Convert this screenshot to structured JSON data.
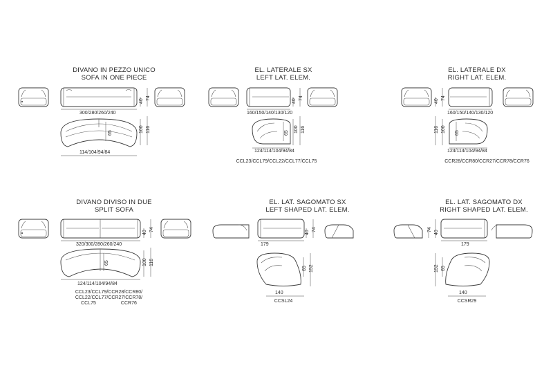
{
  "panels": [
    {
      "title_line1": "DIVANO IN PEZZO UNICO",
      "title_line2": "SOFA IN ONE PIECE",
      "width_dims": "300/280/260/240",
      "depth_dims": "114/104/94/84",
      "h40": "40",
      "h74": "74",
      "d65": "65",
      "d100": "100",
      "d116": "116",
      "codes": ""
    },
    {
      "title_line1": "EL. LATERALE SX",
      "title_line2": "LEFT LAT. ELEM.",
      "width_dims": "160/150/140/130/120",
      "depth_dims": "124/114/104/94/84",
      "h40": "40",
      "h74": "74",
      "d65": "65",
      "d100": "100",
      "d116": "116",
      "codes": "CCL23/CCL79/CCL22/CCL77/CCL75"
    },
    {
      "title_line1": "EL. LATERALE DX",
      "title_line2": "RIGHT LAT. ELEM.",
      "width_dims": "160/150/140/130/120",
      "depth_dims": "124/114/104/94/84",
      "h40": "40",
      "h74": "74",
      "d65": "65",
      "d100": "100",
      "d116": "116",
      "codes": "CCR28/CCR80/CCR27/CCR78/CCR76"
    },
    {
      "title_line1": "DIVANO DIVISO IN DUE",
      "title_line2": "SPLIT SOFA",
      "width_dims": "320/300/280/260/240",
      "depth_dims": "124/114/104/94/84",
      "h40": "40",
      "h74": "74",
      "d65": "65",
      "d100": "100",
      "d116": "116",
      "codes_line1": "CCL23/CCL79/CCR28/CCR80/",
      "codes_line2": "CCL22/CCL77/CCR27/CCR78/",
      "codes_line3_a": "CCL75",
      "codes_line3_b": "CCR76"
    },
    {
      "title_line1": "EL. LAT. SAGOMATO SX",
      "title_line2": "LEFT SHAPED LAT. ELEM.",
      "width_dims": "179",
      "depth_dims": "140",
      "h40": "40",
      "h74": "74",
      "d65": "65",
      "d152": "152",
      "codes": "CCSL24"
    },
    {
      "title_line1": "EL. LAT. SAGOMATO DX",
      "title_line2": "RIGHT SHAPED LAT. ELEM.",
      "width_dims": "179",
      "depth_dims": "140",
      "h40": "40",
      "h74": "74",
      "d65": "65",
      "d152": "152",
      "codes": "CCSR29"
    }
  ]
}
